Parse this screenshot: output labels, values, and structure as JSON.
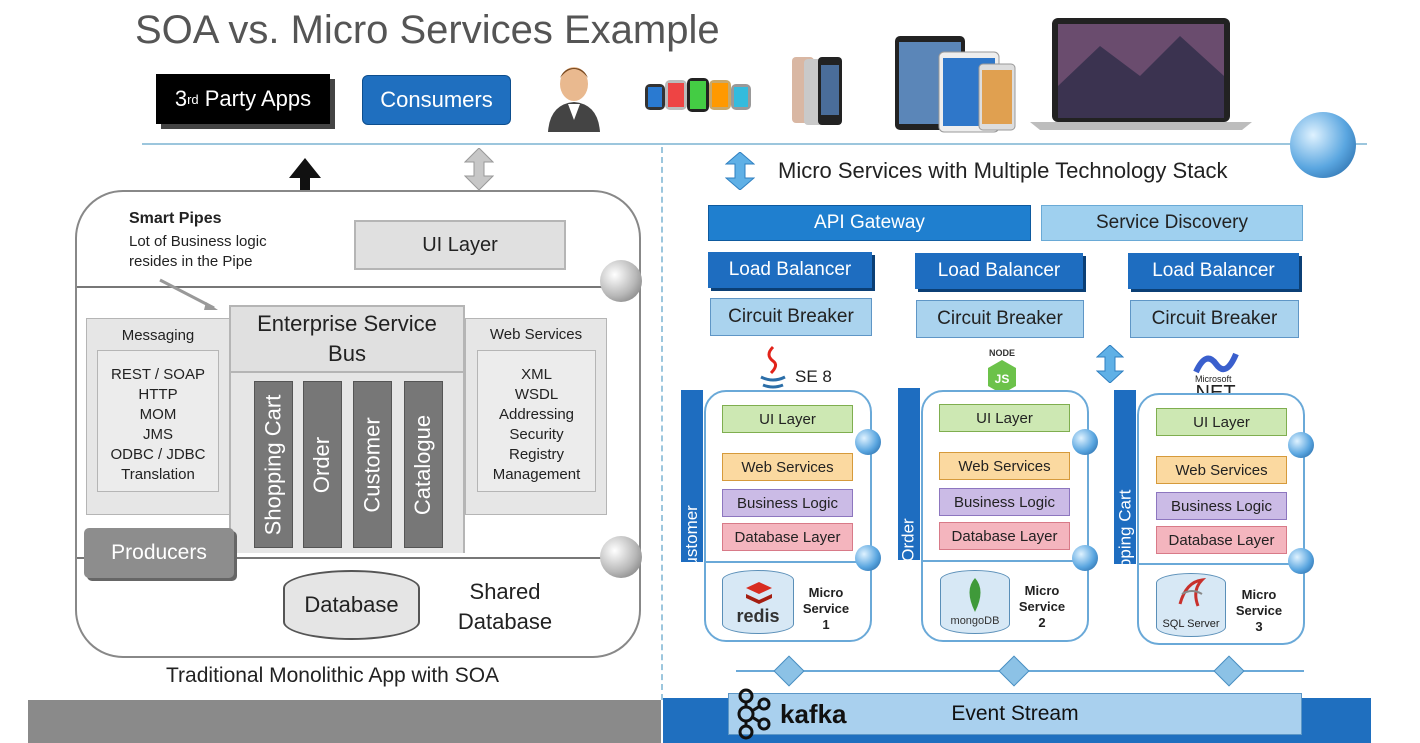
{
  "title": "SOA vs. Micro Services Example",
  "top": {
    "third_party_apps": "3",
    "third_party_sup": "rd",
    "third_party_rest": " Party Apps",
    "consumers": "Consumers"
  },
  "soa": {
    "smart_pipes_title": "Smart Pipes",
    "smart_pipes_line1": "Lot of Business logic",
    "smart_pipes_line2": "resides in the Pipe",
    "ui_layer": "UI Layer",
    "esb_line1": "Enterprise Service",
    "esb_line2": "Bus",
    "messaging": {
      "title": "Messaging",
      "items": [
        "REST / SOAP",
        "HTTP",
        "MOM",
        "JMS",
        "ODBC / JDBC",
        "Translation"
      ]
    },
    "web_services": {
      "title": "Web Services",
      "items": [
        "XML",
        "WSDL",
        "Addressing",
        "Security",
        "Registry",
        "Management"
      ]
    },
    "modules": [
      "Shopping Cart",
      "Order",
      "Customer",
      "Catalogue"
    ],
    "producers": "Producers",
    "database": "Database",
    "shared_db_line1": "Shared",
    "shared_db_line2": "Database",
    "caption": "Traditional Monolithic App with SOA"
  },
  "micro": {
    "heading": "Micro Services with Multiple Technology Stack",
    "api_gateway": "API Gateway",
    "service_discovery": "Service Discovery",
    "load_balancer": "Load Balancer",
    "circuit_breaker": "Circuit Breaker",
    "layers": {
      "ui": "UI Layer",
      "web": "Web Services",
      "biz": "Business Logic",
      "db": "Database Layer"
    },
    "services": [
      {
        "side": "Customer",
        "tech": "SE 8",
        "db_logo": "redis",
        "label1": "Micro",
        "label2": "Service",
        "label3": "1"
      },
      {
        "side": "Order",
        "tech": "NODE",
        "db_logo": "mongoDB",
        "label1": "Micro",
        "label2": "Service",
        "label3": "2"
      },
      {
        "side": "Shopping Cart",
        "tech": ".NET",
        "tech_sub": "Microsoft",
        "db_logo": "SQL Server",
        "label1": "Micro",
        "label2": "Service",
        "label3": "3"
      }
    ],
    "kafka": "kafka",
    "event_stream": "Event Stream"
  },
  "colors": {
    "accent_blue": "#1f6fbf",
    "light_blue": "#a9d0ee",
    "ui_green": "#cde8b3",
    "web_orange": "#fbd9a0",
    "biz_purple": "#cbbbe6",
    "db_pink": "#f4b5be"
  }
}
